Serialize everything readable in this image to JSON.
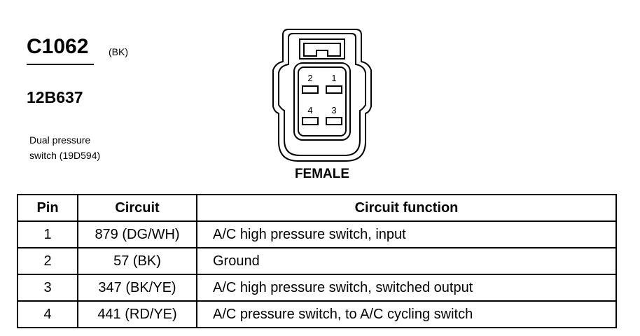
{
  "connector": {
    "id": "C1062",
    "color_code": "(BK)",
    "part_number": "12B637",
    "component_line1": "Dual pressure",
    "component_line2": "switch (19D594)",
    "gender": "FEMALE",
    "pin_labels": [
      "2",
      "1",
      "4",
      "3"
    ]
  },
  "table": {
    "headers": [
      "Pin",
      "Circuit",
      "Circuit function"
    ],
    "rows": [
      {
        "pin": "1",
        "circuit": "879 (DG/WH)",
        "function": "A/C high pressure switch, input"
      },
      {
        "pin": "2",
        "circuit": "57 (BK)",
        "function": "Ground"
      },
      {
        "pin": "3",
        "circuit": "347 (BK/YE)",
        "function": "A/C high pressure switch, switched output"
      },
      {
        "pin": "4",
        "circuit": "441 (RD/YE)",
        "function": "A/C pressure switch, to A/C cycling switch"
      }
    ]
  }
}
